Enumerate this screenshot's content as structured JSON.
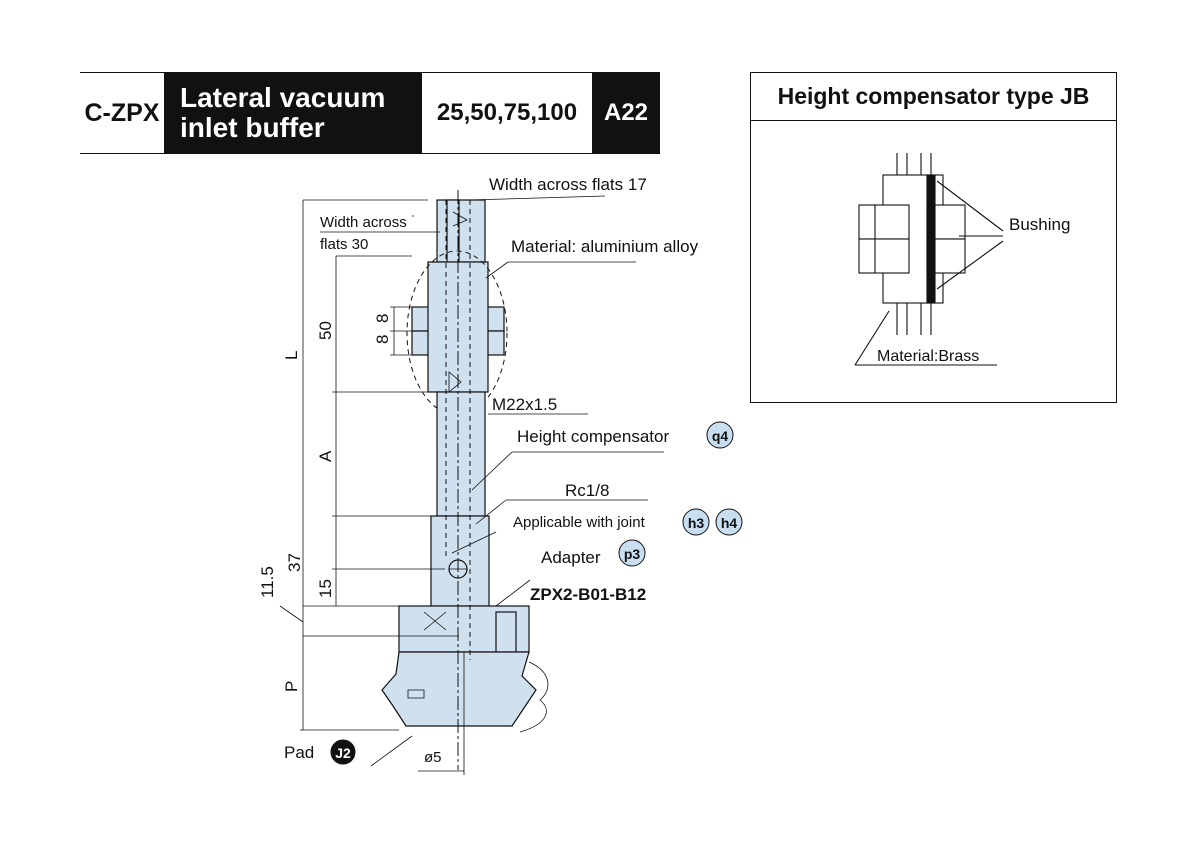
{
  "header": {
    "code": "C-ZPX",
    "description_line1": "Lateral vacuum",
    "description_line2": "inlet buffer",
    "strokes": "25,50,75,100",
    "page_ref": "A22"
  },
  "inset": {
    "title": "Height compensator type JB",
    "bushing_label": "Bushing",
    "material_label": "Material:Brass"
  },
  "drawing": {
    "width_across_flats_17": "Width across flats 17",
    "width_across_line1": "Width across",
    "width_across_line2": "flats 30",
    "material_label": "Material: aluminium alloy",
    "thread_label": "M22x1.5",
    "height_compensator_label": "Height compensator",
    "height_compensator_ref": "q4",
    "port_label": "Rc1/8",
    "joint_label": "Applicable with joint",
    "joint_ref_1": "h3",
    "joint_ref_2": "h4",
    "adapter_label": "Adapter",
    "adapter_ref": "p3",
    "part_number": "ZPX2-B01-B12",
    "pad_label": "Pad",
    "pad_ref": "J2",
    "dia_label": "ø5"
  },
  "dimensions": {
    "L": "L",
    "A": "A",
    "P": "P",
    "d50": "50",
    "d8a": "8",
    "d8b": "8",
    "d37": "37",
    "d15": "15",
    "d11_5": "11.5"
  },
  "colors": {
    "part_fill": "#cfe1ee",
    "badge_fill": "#c9def0",
    "ink": "#111111"
  }
}
